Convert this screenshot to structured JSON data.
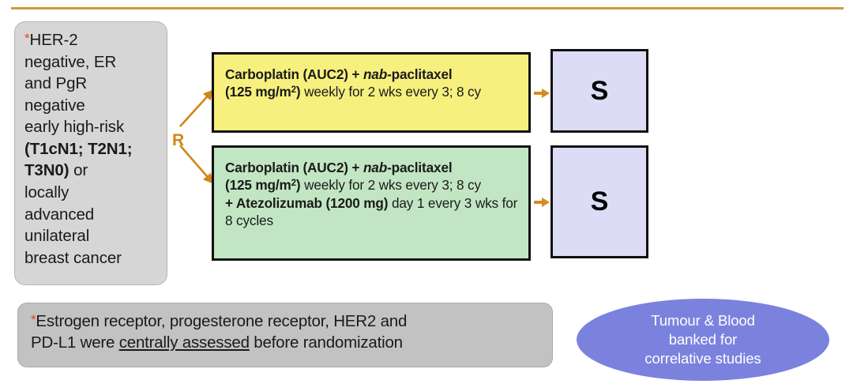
{
  "colors": {
    "rule": "#c99a3e",
    "randomization_accent": "#d18518",
    "asterisk": "#e8402a",
    "arm_a_fill": "#f7f07e",
    "arm_b_fill": "#c2e6c3",
    "surgery_fill": "#dcdcf7",
    "eligibility_fill": "#d6d6d6",
    "footnote_fill": "#c2c2c2",
    "ellipse_fill": "#7b82de"
  },
  "eligibility": {
    "asterisk": "*",
    "line1": "HER-2",
    "line2": "negative, ER",
    "line3": "and PgR",
    "line4": "negative",
    "line5": "early high-risk",
    "bold1": "(T1cN1; T2N1;",
    "bold2": "T3N0)",
    "after_bold": " or",
    "line6": "locally",
    "line7": "advanced",
    "line8": "unilateral",
    "line9": "breast cancer"
  },
  "randomization": {
    "label": "R",
    "arrow_up_name": "arrow-to-arm-a",
    "arrow_down_name": "arrow-to-arm-b"
  },
  "arms": [
    {
      "id": "arm-a",
      "fill": "#f7f07e",
      "bold_lead": "Carboplatin (AUC2) + ",
      "italic_part": "nab",
      "bold_tail": "-paclitaxel",
      "dose_bold": "(125 mg/m",
      "dose_sup": "2",
      "dose_bold_close": ")",
      "schedule": " weekly for 2 wks every 3; 8 cy"
    },
    {
      "id": "arm-b",
      "fill": "#c2e6c3",
      "bold_lead": "Carboplatin (AUC2) + ",
      "italic_part": "nab",
      "bold_tail": "-paclitaxel",
      "dose_bold": "(125 mg/m",
      "dose_sup": "2",
      "dose_bold_close": ")",
      "schedule": " weekly for 2 wks every 3; 8 cy",
      "extra_bold": "+ Atezolizumab (1200 mg)",
      "extra_schedule": " day 1 every 3 wks for 8 cycles"
    }
  ],
  "surgery": {
    "label": "S",
    "box_a_name": "surgery-box-arm-a",
    "box_b_name": "surgery-box-arm-b"
  },
  "footnote": {
    "asterisk": "*",
    "line1": "Estrogen receptor, progesterone receptor, HER2 and",
    "line2_pre": "PD-L1 were ",
    "line2_underline": "centrally assessed",
    "line2_post": " before randomization"
  },
  "banked": {
    "line1": "Tumour & Blood",
    "line2": "banked for",
    "line3": "correlative studies"
  }
}
